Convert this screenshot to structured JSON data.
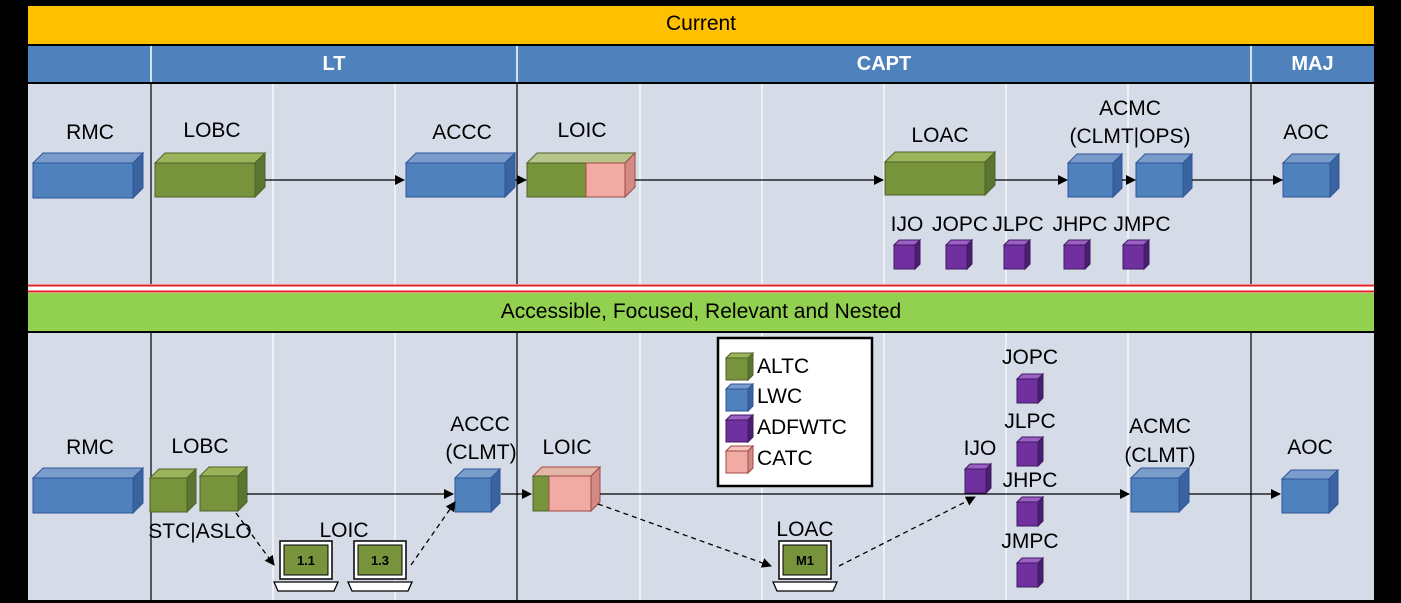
{
  "banners": {
    "current": "Current",
    "future": "Accessible, Focused, Relevant and Nested"
  },
  "columns": {
    "lt": "LT",
    "capt": "CAPT",
    "maj": "MAJ"
  },
  "current": {
    "rmc": "RMC",
    "lobc": "LOBC",
    "accc": "ACCC",
    "loic": "LOIC",
    "loac": "LOAC",
    "acmc_line1": "ACMC",
    "acmc_line2": "(CLMT|OPS)",
    "aoc": "AOC",
    "joint": [
      "IJO",
      "JOPC",
      "JLPC",
      "JHPC",
      "JMPC"
    ]
  },
  "future": {
    "rmc": "RMC",
    "lobc": "LOBC",
    "stc_aslo": "STC|ASLO",
    "loic_small": "LOIC",
    "laptop_1": "1.1",
    "laptop_2": "1.3",
    "accc_line1": "ACCC",
    "accc_line2": "(CLMT)",
    "loic": "LOIC",
    "loac": "LOAC",
    "laptop_m1": "M1",
    "ijo": "IJO",
    "joint": [
      "JOPC",
      "JLPC",
      "JHPC",
      "JMPC"
    ],
    "acmc_line1": "ACMC",
    "acmc_line2": "(CLMT)",
    "aoc": "AOC"
  },
  "legend": {
    "items": [
      {
        "label": "ALTC",
        "color": "#77933c"
      },
      {
        "label": "LWC",
        "color": "#4f81bd"
      },
      {
        "label": "ADFWTC",
        "color": "#7030a0"
      },
      {
        "label": "CATC",
        "color": "#f2aaa4"
      }
    ]
  },
  "colors": {
    "banner_yellow": "#ffc000",
    "banner_green": "#92d050",
    "column_header": "#4f81bd",
    "panel": "#d5dce8",
    "blue_box": "#4f81bd",
    "green_box": "#77933c",
    "pink_box": "#f2aaa4",
    "purple_box": "#7030a0",
    "separator_red": "#e02020"
  }
}
